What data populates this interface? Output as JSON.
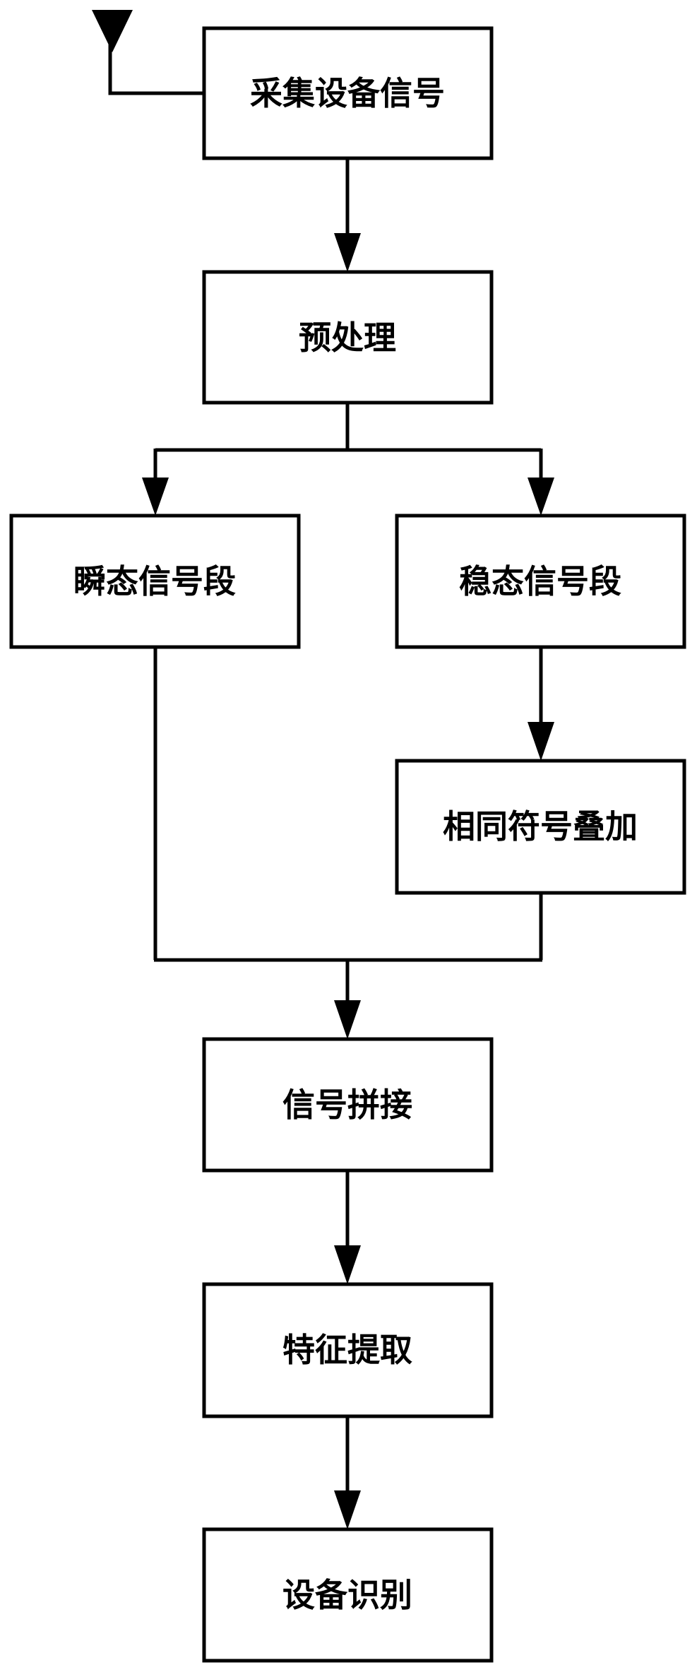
{
  "flowchart": {
    "nodes": {
      "acquire": "采集设备信号",
      "preprocess": "预处理",
      "transient": "瞬态信号段",
      "steady": "稳态信号段",
      "superpose": "相同符号叠加",
      "splice": "信号拼接",
      "feature": "特征提取",
      "identify": "设备识别"
    },
    "edges": [
      [
        "acquire",
        "preprocess"
      ],
      [
        "preprocess",
        "transient"
      ],
      [
        "preprocess",
        "steady"
      ],
      [
        "steady",
        "superpose"
      ],
      [
        "transient",
        "splice"
      ],
      [
        "superpose",
        "splice"
      ],
      [
        "splice",
        "feature"
      ],
      [
        "feature",
        "identify"
      ]
    ],
    "antenna_symbol": "antenna-icon"
  }
}
